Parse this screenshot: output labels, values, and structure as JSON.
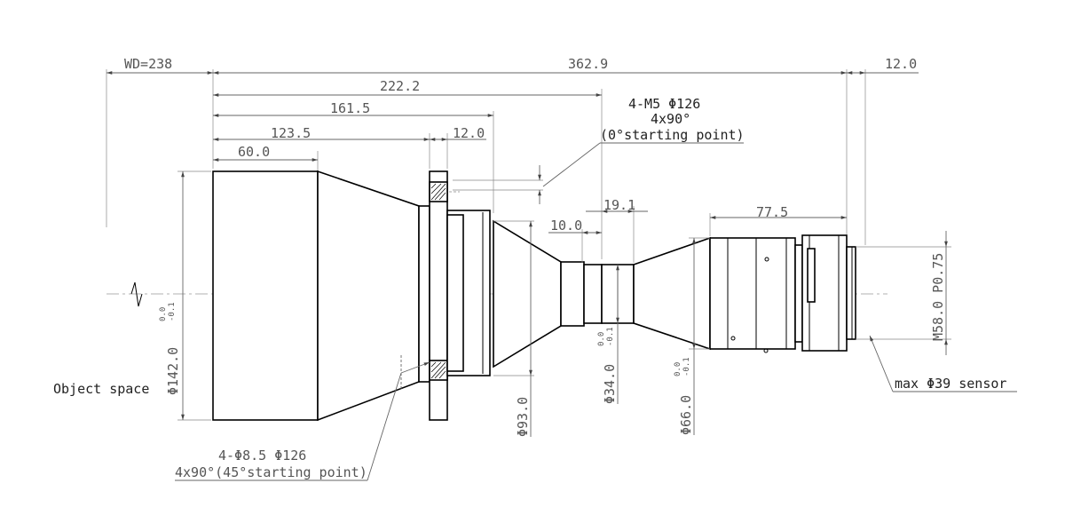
{
  "drawing": {
    "dims": {
      "wd": "WD=238",
      "total": "362.9",
      "d222": "222.2",
      "d161": "161.5",
      "d123": "123.5",
      "d60": "60.0",
      "d12a": "12.0",
      "d12b": "12.0",
      "d10": "10.0",
      "d19": "19.1",
      "d77": "77.5"
    },
    "diameters": {
      "d142": "Φ142.0",
      "d93": "Φ93.0",
      "d34": "Φ34.0",
      "d66": "Φ66.0",
      "m58": "M58.0 P0.75",
      "tol_top": "0.0",
      "tol_bot": "-0.1"
    },
    "notes": {
      "m5_line1": "4-M5  Φ126",
      "m5_line2": "4x90°",
      "m5_line3": "(0°starting point)",
      "hole_line1": "4-Φ8.5  Φ126",
      "hole_line2": "4x90°(45°starting point)",
      "object_space": "Object space",
      "sensor": "max  Φ39 sensor"
    }
  }
}
